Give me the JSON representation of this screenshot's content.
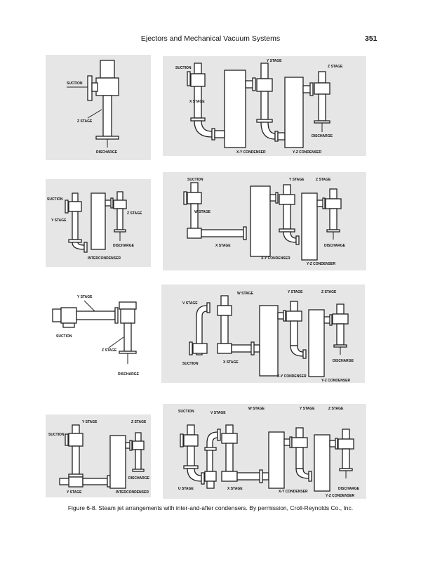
{
  "header": {
    "title": "Ejectors and Mechanical Vacuum Systems",
    "page_number": "351"
  },
  "panels": [
    {
      "labels": [
        "SUCTION",
        "Z STAGE",
        "DISCHARGE"
      ]
    },
    {
      "labels": [
        "SUCTION",
        "X STAGE",
        "Y STAGE",
        "Z STAGE",
        "DISCHARGE",
        "X-Y CONDENSER",
        "Y-Z CONDENSER"
      ]
    },
    {
      "labels": [
        "SUCTION",
        "Y STAGE",
        "Z STAGE",
        "DISCHARGE",
        "INTERCONDENSER"
      ]
    },
    {
      "labels": [
        "SUCTION",
        "W STAGE",
        "X STAGE",
        "Y STAGE",
        "Z STAGE",
        "DISCHARGE",
        "X-Y CONDENSER",
        "Y-Z CONDENSER"
      ]
    },
    {
      "labels": [
        "Y STAGE",
        "SUCTION",
        "Z STAGE",
        "DISCHARGE"
      ]
    },
    {
      "labels": [
        "W STAGE",
        "V STAGE",
        "SUCTION",
        "X STAGE",
        "Y STAGE",
        "Z STAGE",
        "DISCHARGE",
        "X-Y CONDENSER",
        "Y-Z CONDENSER"
      ]
    },
    {
      "labels": [
        "Y STAGE",
        "Z STAGE",
        "SUCTION",
        "Y STAGE",
        "DISCHARGE",
        "INTERCONDENSER"
      ]
    },
    {
      "labels": [
        "SUCTION",
        "V STAGE",
        "W STAGE",
        "Y STAGE",
        "Z STAGE",
        "U STAGE",
        "X STAGE",
        "DISCHARGE",
        "X-Y CONDENSER",
        "Y-Z CONDENSER"
      ]
    }
  ],
  "caption": "Figure 6-8. Steam jet arrangements with inter-and-after condensers. By permission, Croll-Reynolds Co., Inc."
}
